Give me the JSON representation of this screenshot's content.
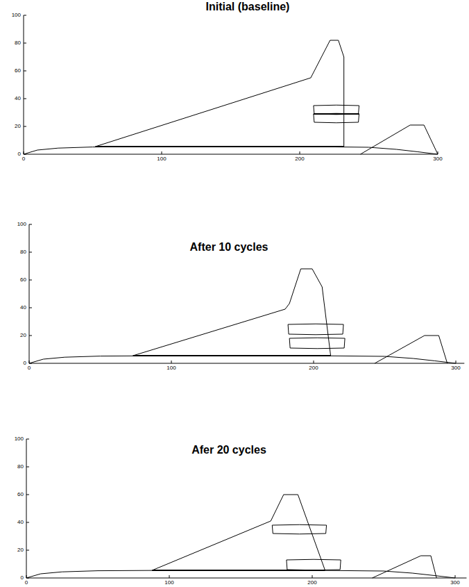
{
  "diagram": {
    "labels": [
      "Initial (baseline)",
      "100",
      "80",
      "60",
      "40",
      "20",
      "0",
      "0",
      "100",
      "200",
      "300",
      "After 10 cycles",
      "100",
      "80",
      "60",
      "40",
      "20",
      "0",
      "0",
      "100",
      "200",
      "300",
      "Afer 20 cycles",
      "100",
      "80",
      "60",
      "40",
      "20",
      "0",
      "0",
      "100",
      "200",
      "300"
    ]
  }
}
